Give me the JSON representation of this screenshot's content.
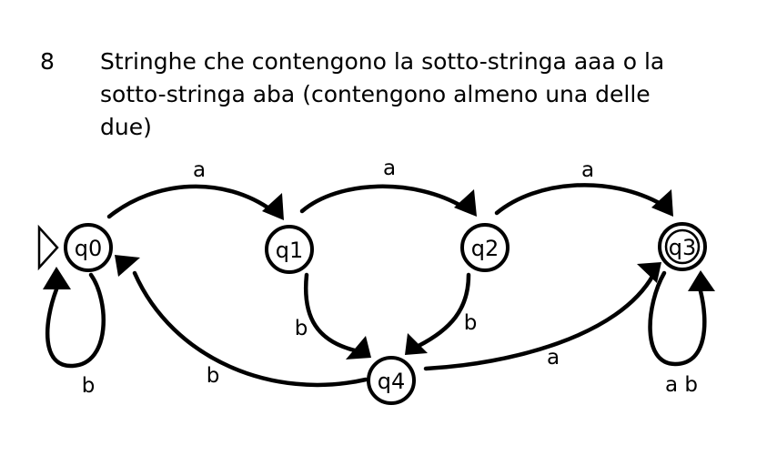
{
  "slide": {
    "number": "8",
    "title_lines": [
      "Stringhe che contengono la sotto-stringa aaa o la",
      "sotto-stringa aba (contengono almeno una delle",
      "due)"
    ]
  },
  "automaton": {
    "states": [
      {
        "id": "q0",
        "label": "q0",
        "initial": true,
        "accepting": false
      },
      {
        "id": "q1",
        "label": "q1",
        "initial": false,
        "accepting": false
      },
      {
        "id": "q2",
        "label": "q2",
        "initial": false,
        "accepting": false
      },
      {
        "id": "q3",
        "label": "q3",
        "initial": false,
        "accepting": true
      },
      {
        "id": "q4",
        "label": "q4",
        "initial": false,
        "accepting": false
      }
    ],
    "transitions": [
      {
        "from": "q0",
        "to": "q1",
        "label": "a"
      },
      {
        "from": "q1",
        "to": "q2",
        "label": "a"
      },
      {
        "from": "q2",
        "to": "q3",
        "label": "a"
      },
      {
        "from": "q0",
        "to": "q0",
        "label": "b"
      },
      {
        "from": "q3",
        "to": "q3",
        "label": "a b"
      },
      {
        "from": "q1",
        "to": "q4",
        "label": "b"
      },
      {
        "from": "q2",
        "to": "q4",
        "label": "b"
      },
      {
        "from": "q4",
        "to": "q0",
        "label": "b"
      },
      {
        "from": "q4",
        "to": "q3",
        "label": "a"
      }
    ]
  }
}
